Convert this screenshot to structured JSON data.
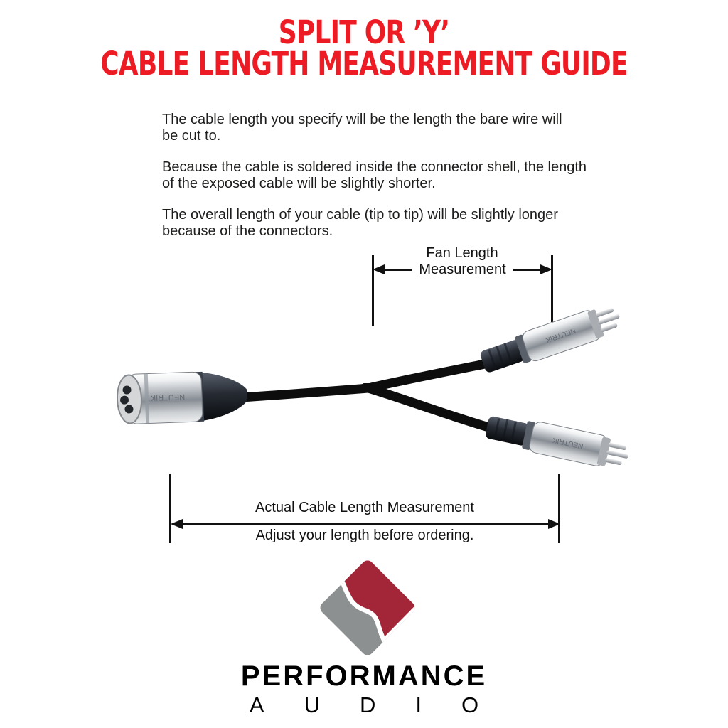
{
  "title": {
    "line1": "SPLIT OR ’Y’",
    "line2": "CABLE LENGTH MEASUREMENT GUIDE",
    "color": "#ed1c24"
  },
  "intro": {
    "paragraphs": [
      {
        "lines": [
          "The cable length you specify will be the length the bare wire will",
          "be cut to."
        ]
      },
      {
        "lines": [
          "Because the cable is soldered inside the connector shell, the length",
          "of the exposed cable will be slightly shorter."
        ]
      },
      {
        "lines": [
          "The overall length of your cable (tip to tip) will be slightly longer",
          "because of the connectors."
        ]
      }
    ]
  },
  "diagram": {
    "fan_measurement": {
      "line1": "Fan Length",
      "line2": "Measurement"
    },
    "cable_measurement": {
      "line1": "Actual Cable Length Measurement",
      "line2": "Adjust your length before ordering."
    },
    "connector_brand": "NEUTRIK"
  },
  "logo": {
    "name": "PERFORMANCE",
    "division": "AUDIO",
    "red": "#a32638",
    "gray": "#8d9091"
  }
}
